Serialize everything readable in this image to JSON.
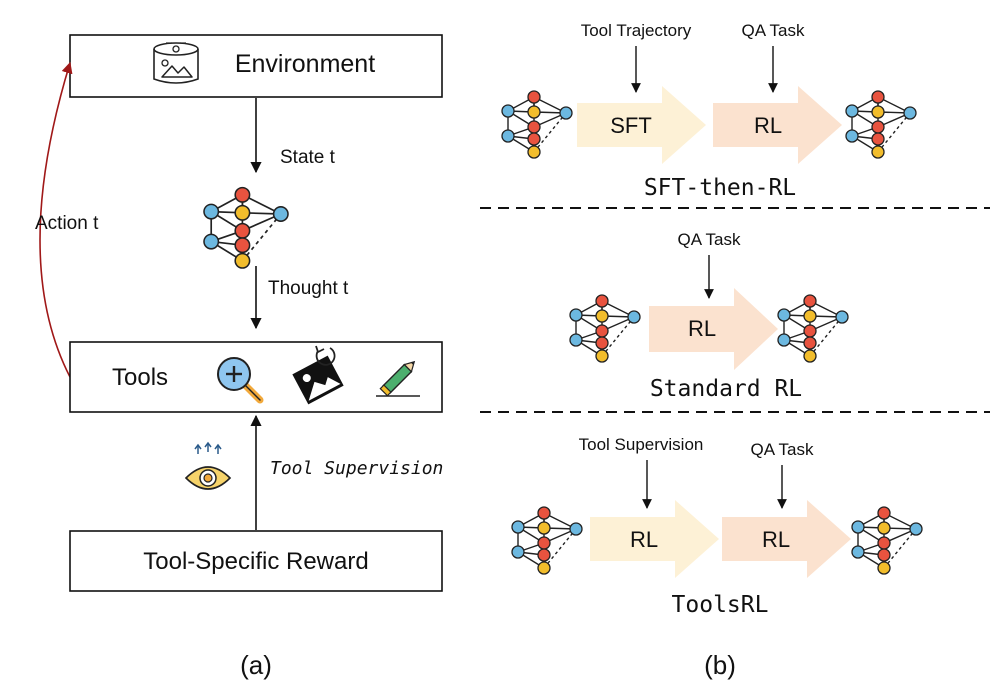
{
  "panel_a": {
    "environment_label": "Environment",
    "state_label": "State t",
    "thought_label": "Thought t",
    "action_label": "Action t",
    "tools_label": "Tools",
    "supervision_label": "Tool Supervision",
    "reward_label": "Tool-Specific Reward",
    "caption": "(a)",
    "icons": [
      "environment-icon",
      "magnifier-plus-icon",
      "rotate-image-icon",
      "pencil-icon",
      "eye-icon"
    ]
  },
  "panel_b": {
    "sft_then_rl": {
      "input_1": "Tool Trajectory",
      "input_2": "QA Task",
      "stage_1": "SFT",
      "stage_2": "RL",
      "title": "SFT-then-RL"
    },
    "standard_rl": {
      "input_1": "QA Task",
      "stage_1": "RL",
      "title": "Standard RL"
    },
    "toolsrl": {
      "input_1": "Tool Supervision",
      "input_2": "QA Task",
      "stage_1": "RL",
      "stage_2": "RL",
      "title": "ToolsRL"
    },
    "caption": "(b)"
  },
  "colors": {
    "node_red": "#e8533f",
    "node_yellow": "#f2bd2c",
    "node_blue": "#6cb8e0",
    "action_arrow": "#a01818",
    "sft_arrow": "#fdf1d6",
    "rl_arrow": "#fbe2cf",
    "magnifier_blue": "#8fc6ef",
    "pencil_green": "#4caf6e",
    "eye_yellow": "#f6d36a"
  }
}
